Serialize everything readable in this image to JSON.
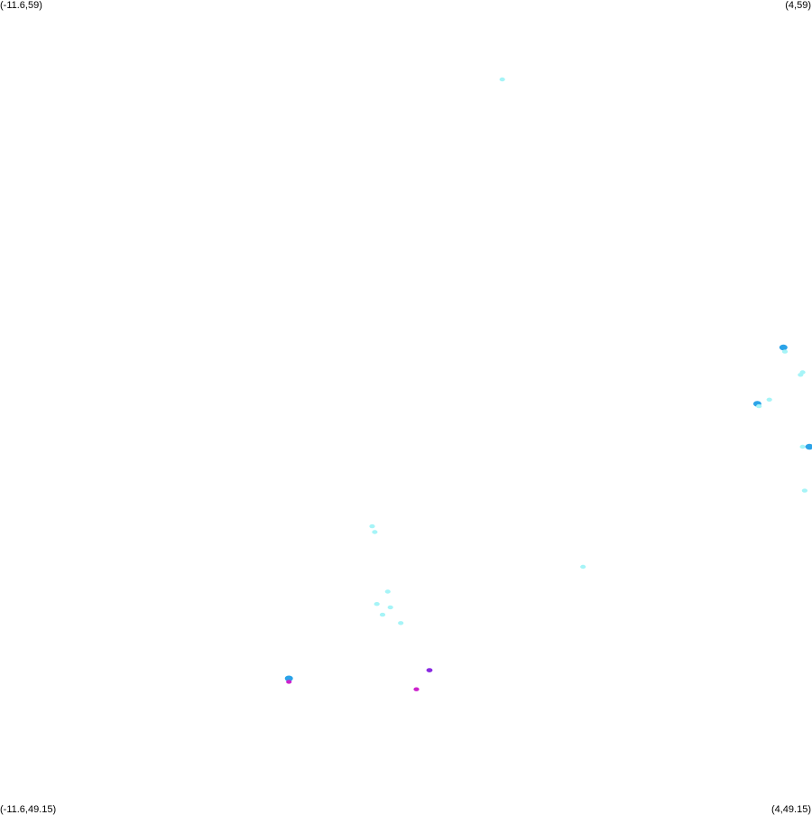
{
  "corners": {
    "top_left": "(-11.6,59)",
    "top_right": "(4,59)",
    "bottom_left": "(-11.6,49.15)",
    "bottom_right": "(4,49.15)"
  },
  "bounds": {
    "lon_min": -11.6,
    "lon_max": 4,
    "lat_min": 49.15,
    "lat_max": 59
  },
  "colors": {
    "background": "#ffffff",
    "light_rain": "#a6f4f7",
    "moderate_rain": "#2ba3e8",
    "heavy_rain": "#8a2be2",
    "very_heavy_rain": "#cc22cc"
  },
  "echoes": [
    {
      "lon": -1.95,
      "lat": 58.04,
      "level": "light_rain"
    },
    {
      "lon": 3.45,
      "lat": 54.8,
      "level": "moderate_rain"
    },
    {
      "lon": 3.48,
      "lat": 54.75,
      "level": "light_rain"
    },
    {
      "lon": 3.82,
      "lat": 54.5,
      "level": "light_rain"
    },
    {
      "lon": 3.78,
      "lat": 54.47,
      "level": "light_rain"
    },
    {
      "lon": 2.95,
      "lat": 54.12,
      "level": "moderate_rain"
    },
    {
      "lon": 2.98,
      "lat": 54.09,
      "level": "light_rain"
    },
    {
      "lon": 3.18,
      "lat": 54.17,
      "level": "light_rain"
    },
    {
      "lon": 3.82,
      "lat": 53.6,
      "level": "light_rain"
    },
    {
      "lon": 3.95,
      "lat": 53.6,
      "level": "moderate_rain"
    },
    {
      "lon": 3.86,
      "lat": 53.07,
      "level": "light_rain"
    },
    {
      "lon": -4.45,
      "lat": 52.64,
      "level": "light_rain"
    },
    {
      "lon": -4.4,
      "lat": 52.57,
      "level": "light_rain"
    },
    {
      "lon": -0.4,
      "lat": 52.15,
      "level": "light_rain"
    },
    {
      "lon": -4.15,
      "lat": 51.85,
      "level": "light_rain"
    },
    {
      "lon": -4.36,
      "lat": 51.7,
      "level": "light_rain"
    },
    {
      "lon": -4.25,
      "lat": 51.57,
      "level": "light_rain"
    },
    {
      "lon": -4.1,
      "lat": 51.66,
      "level": "light_rain"
    },
    {
      "lon": -3.9,
      "lat": 51.47,
      "level": "light_rain"
    },
    {
      "lon": -6.05,
      "lat": 50.8,
      "level": "moderate_rain"
    },
    {
      "lon": -6.05,
      "lat": 50.76,
      "level": "very_heavy_rain"
    },
    {
      "lon": -3.35,
      "lat": 50.9,
      "level": "heavy_rain"
    },
    {
      "lon": -3.6,
      "lat": 50.67,
      "level": "very_heavy_rain"
    }
  ]
}
